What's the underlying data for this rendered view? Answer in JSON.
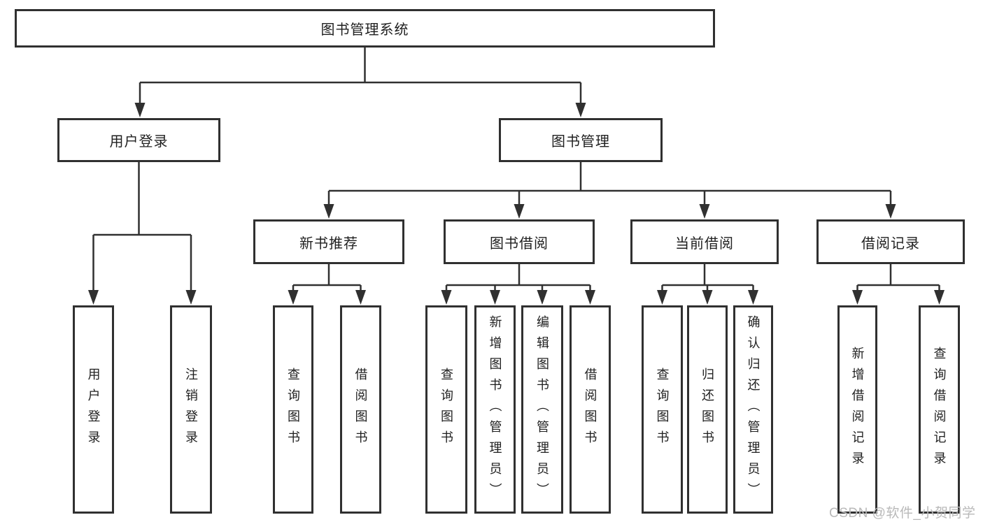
{
  "diagram": {
    "title": "图书管理系统",
    "level2": {
      "user_login": "用户登录",
      "book_management": "图书管理"
    },
    "level3": {
      "new_book_recommend": "新书推荐",
      "book_borrow": "图书借阅",
      "current_borrow": "当前借阅",
      "borrow_records": "借阅记录"
    },
    "leaves": {
      "user_login": "用户登录",
      "logout": "注销登录",
      "query_books_1": "查询图书",
      "borrow_books_1": "借阅图书",
      "query_books_2": "查询图书",
      "add_books_admin": "新增图书（管理员）",
      "edit_books_admin": "编辑图书（管理员）",
      "borrow_books_2": "借阅图书",
      "query_books_3": "查询图书",
      "return_books": "归还图书",
      "confirm_return_admin": "确认归还（管理员）",
      "add_borrow_record": "新增借阅记录",
      "query_borrow_record": "查询借阅记录"
    }
  },
  "watermark": "CSDN @软件_小贺同学",
  "colors": {
    "line": "#303030",
    "text": "#1f1f1f",
    "watermark": "#b9b9b9",
    "background": "#ffffff"
  }
}
